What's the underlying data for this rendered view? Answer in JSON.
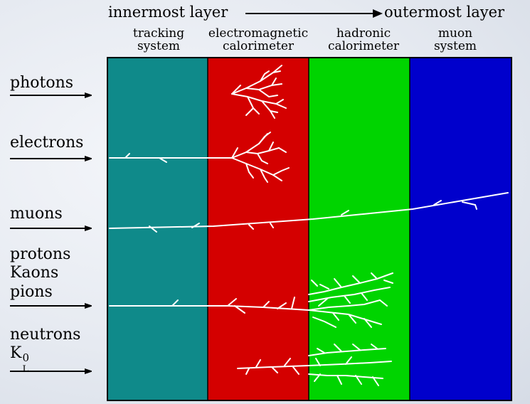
{
  "header": {
    "left": "innermost layer",
    "right": "outermost layer"
  },
  "layers": [
    {
      "line1": "tracking",
      "line2": "system",
      "color": "#0f8a8a"
    },
    {
      "line1": "electromagnetic",
      "line2": "calorimeter",
      "color": "#d40000"
    },
    {
      "line1": "hadronic",
      "line2": "calorimeter",
      "color": "#00d400"
    },
    {
      "line1": "muon",
      "line2": "system",
      "color": "#0000cc"
    }
  ],
  "particles": {
    "photons": "photons",
    "electrons": "electrons",
    "muons": "muons",
    "protons": "protons",
    "kaons": "Kaons",
    "pions": "pions",
    "neutrons": "neutrons",
    "k0_base": "K",
    "k0_sup": "0",
    "k0_sub": "L"
  }
}
